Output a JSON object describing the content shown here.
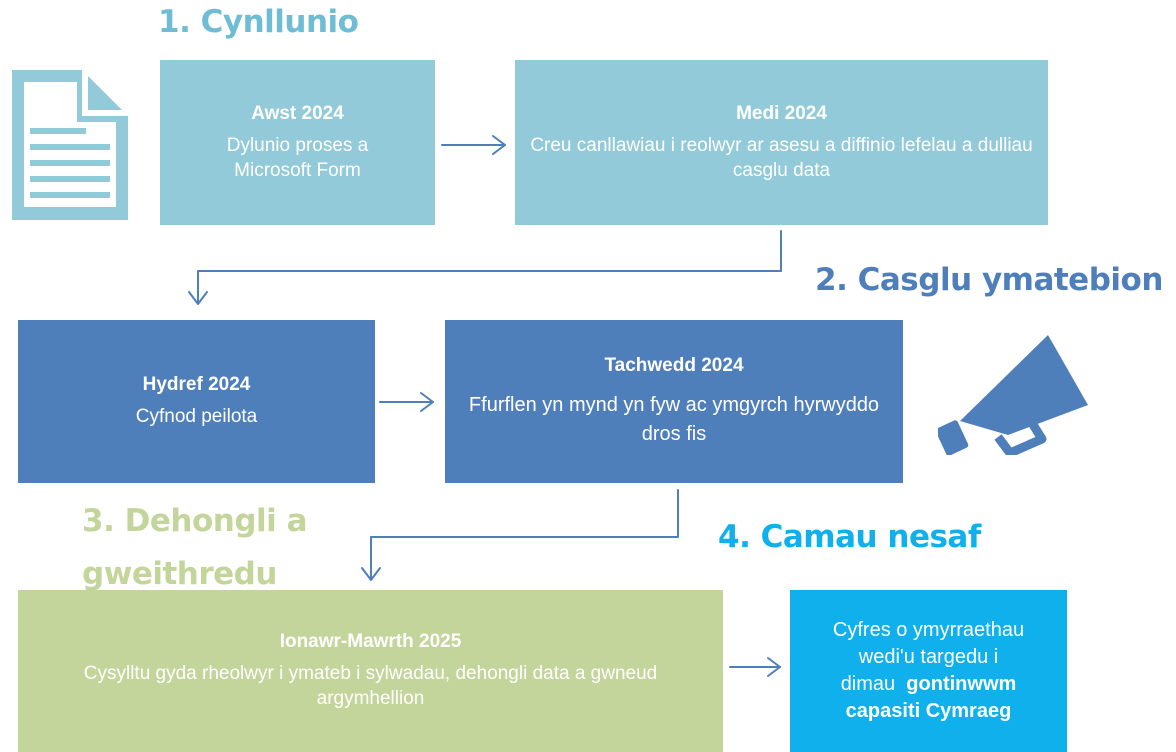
{
  "headings": {
    "h1": "1. Cynllunio",
    "h2": "2. Casglu ymatebion",
    "h3_line1": "3. Dehongli a",
    "h3_line2": "gweithredu",
    "h4": "4. Camau nesaf"
  },
  "colors": {
    "h1": "#6fbdd4",
    "h2": "#4f7fbb",
    "h3": "#c3d59b",
    "h4": "#0fb0ec",
    "box_light": "#93cad9",
    "box_mid": "#4f7fbb",
    "box_green": "#c3d59b",
    "box_blue": "#0fb0ec",
    "connector": "#4f7fbb"
  },
  "icons": {
    "document": "document-icon",
    "megaphone": "megaphone-icon"
  },
  "boxes": [
    {
      "title": "Awst 2024",
      "desc": "Dylunio proses a Microsoft Form"
    },
    {
      "title": "Medi 2024",
      "desc": "Creu canllawiau i reolwyr ar asesu a diffinio lefelau a dulliau casglu data"
    },
    {
      "title": "Hydref 2024",
      "desc": "Cyfnod peilota"
    },
    {
      "title": "Tachwedd 2024",
      "desc": "Ffurflen yn mynd yn fyw ac ymgyrch hyrwyddo dros fis"
    },
    {
      "title": "Ionawr-Mawrth 2025",
      "desc": "Cysylltu gyda rheolwyr i ymateb i sylwadau, dehongli data a gwneud argymhellion"
    }
  ],
  "final_box": {
    "line1": "Cyfres o ymyrraethau",
    "line2": "wedi'u targedu i",
    "line3_plain": "dimau",
    "line3_bold": "gontinwwm",
    "line4": "capasiti Cymraeg"
  }
}
